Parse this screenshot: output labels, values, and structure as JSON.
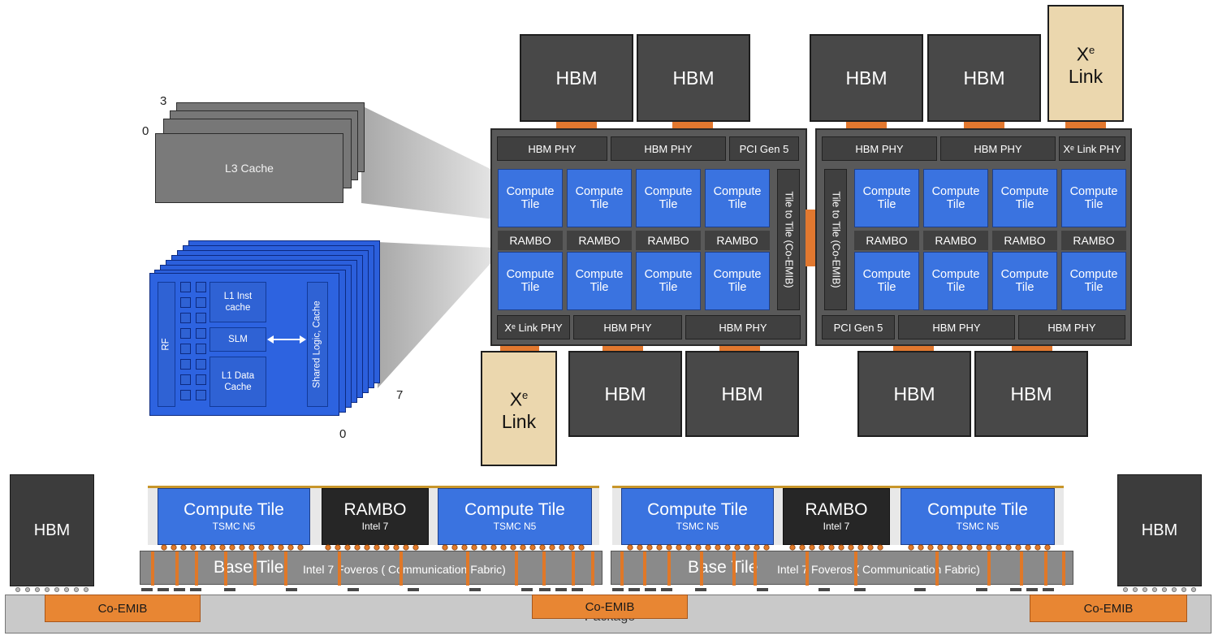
{
  "stack_labels": {
    "l3_top": "3",
    "l3_bottom": "0",
    "core_right": "7",
    "core_bottom": "0"
  },
  "l3_label": "L3 Cache",
  "core": {
    "rf": "RF",
    "l1_inst": "L1 Inst\ncache",
    "slm": "SLM",
    "l1_data": "L1 Data\nCache",
    "shared": "Shared Logic, Cache"
  },
  "hbm": "HBM",
  "xe_link": {
    "x": "X",
    "sup": "e",
    "link": "Link"
  },
  "compute_tile": "Compute\nTile",
  "rambo": "RAMBO",
  "phy": {
    "hbm_phy": "HBM PHY",
    "pci": "PCI Gen 5",
    "xe_link_phy": "Xᵉ Link PHY"
  },
  "tile_to_tile": "Tile to Tile (Co-EMIB)",
  "cross_section": {
    "hbm": "HBM",
    "compute_tile": "Compute Tile",
    "tsmc": "TSMC N5",
    "rambo": "RAMBO",
    "intel7": "Intel 7",
    "base_tile": "Base Tile",
    "foveros": "Intel 7 Foveros ( Communication Fabric)",
    "co_emib": "Co-EMIB",
    "package": "Package"
  },
  "colors": {
    "compute": "#3a73e0",
    "hbm": "#484848",
    "xe_link": "#ebd7ae",
    "co_emib": "#e88633",
    "package": "#c9c9c9"
  }
}
